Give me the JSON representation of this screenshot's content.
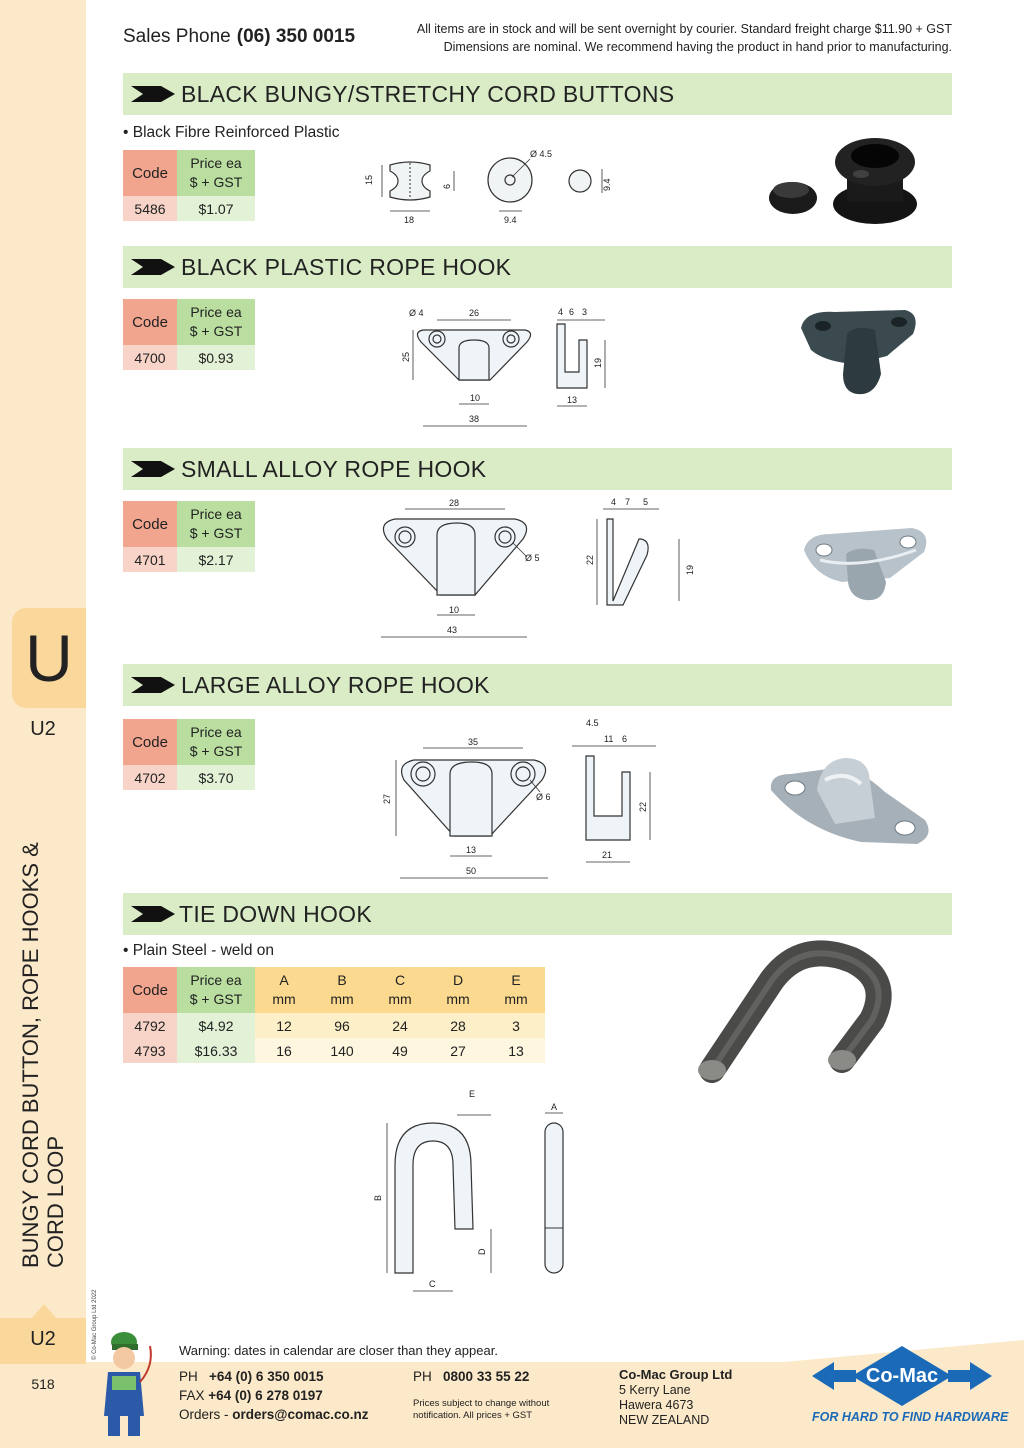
{
  "header": {
    "sales_label": "Sales Phone",
    "sales_phone": "(06) 350 0015",
    "note_line1": "All items are in stock and will be sent overnight by courier. Standard freight charge $11.90 + GST",
    "note_line2": "Dimensions are nominal. We recommend having the product in hand prior to manufacturing."
  },
  "sidebar": {
    "tab_letter": "U",
    "tab_code": "U2",
    "vertical_title_line1": "BUNGY CORD BUTTON, ROPE HOOKS &",
    "vertical_title_line2": "CORD LOOP",
    "copyright": "© Co-Mac Group Ltd 2022",
    "bottom_code": "U2",
    "page_number": "518"
  },
  "table_headers": {
    "code": "Code",
    "price_line1": "Price ea",
    "price_line2": "$ + GST"
  },
  "sections": {
    "bungy": {
      "title": "BLACK BUNGY/STRETCHY CORD BUTTONS",
      "bullet": "• Black Fibre Reinforced Plastic",
      "code": "5486",
      "price": "$1.07",
      "dims": {
        "height": "15",
        "width": "18",
        "groove": "6",
        "hole": "Ø 4.5",
        "face": "9.4",
        "cap": "9.4"
      }
    },
    "plastic_hook": {
      "title": "BLACK PLASTIC ROPE HOOK",
      "code": "4700",
      "price": "$0.93",
      "dims": {
        "hole": "Ø 4",
        "centres": "26",
        "height": "25",
        "slot": "10",
        "width": "38",
        "s1": "4",
        "s2": "6",
        "s3": "3",
        "depth": "19",
        "base": "13"
      }
    },
    "small_alloy": {
      "title": "SMALL ALLOY ROPE HOOK",
      "code": "4701",
      "price": "$2.17",
      "dims": {
        "centres": "28",
        "hole": "Ø 5",
        "slot": "10",
        "width": "43",
        "s1": "4",
        "s2": "7",
        "s3": "5",
        "height": "22",
        "depth": "19"
      }
    },
    "large_alloy": {
      "title": "LARGE ALLOY ROPE HOOK",
      "code": "4702",
      "price": "$3.70",
      "dims": {
        "centres": "35",
        "hole": "Ø 6",
        "height": "27",
        "slot": "13",
        "width": "50",
        "s1": "4.5",
        "s2": "11",
        "s3": "6",
        "depth": "22",
        "base": "21"
      }
    },
    "tie_down": {
      "title": "TIE DOWN HOOK",
      "bullet": "• Plain Steel - weld on",
      "dim_headers": [
        {
          "letter": "A",
          "unit": "mm"
        },
        {
          "letter": "B",
          "unit": "mm"
        },
        {
          "letter": "C",
          "unit": "mm"
        },
        {
          "letter": "D",
          "unit": "mm"
        },
        {
          "letter": "E",
          "unit": "mm"
        }
      ],
      "rows": [
        {
          "code": "4792",
          "price": "$4.92",
          "a": "12",
          "b": "96",
          "c": "24",
          "d": "28",
          "e": "3"
        },
        {
          "code": "4793",
          "price": "$16.33",
          "a": "16",
          "b": "140",
          "c": "49",
          "d": "27",
          "e": "13"
        }
      ],
      "dims": {
        "a": "A",
        "b": "B",
        "c": "C",
        "d": "D",
        "e": "E"
      }
    }
  },
  "footer": {
    "warning": "Warning: dates in calendar are closer than they appear.",
    "ph_label": "PH",
    "ph_value": "+64 (0) 6 350 0015",
    "fax_label": "FAX",
    "fax_value": "+64 (0) 6 278 0197",
    "orders_label": "Orders -",
    "orders_value": "orders@comac.co.nz",
    "ph2_label": "PH",
    "ph2_value": "0800 33 55 22",
    "small_line1": "Prices subject to change without",
    "small_line2": "notification. All prices + GST",
    "company": "Co-Mac Group Ltd",
    "addr1": "5 Kerry Lane",
    "addr2": "Hawera 4673",
    "addr3": "NEW ZEALAND",
    "logo_text": "Co-Mac",
    "tagline": "FOR HARD TO FIND HARDWARE"
  },
  "colors": {
    "banner": "#d9ecc6",
    "code_header": "#f2a58e",
    "price_header": "#b9dea0",
    "dim_header": "#fbd98f",
    "sidebar": "#fbe9c9",
    "tab": "#fad89c",
    "logo_blue": "#1b6ab8"
  },
  "icons": {
    "banner_arrow": "arrow-right-icon",
    "mascot": "mascot-mechanic-icon",
    "logo": "comac-logo-icon"
  }
}
